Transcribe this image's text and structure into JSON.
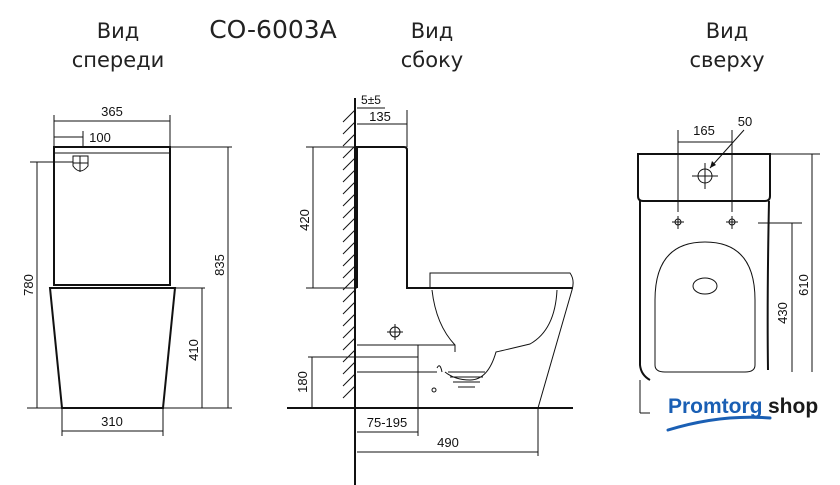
{
  "titles": {
    "front": [
      "Вид",
      "спереди"
    ],
    "model": "CO-6003A",
    "side": [
      "Вид",
      "сбоку"
    ],
    "top": [
      "Вид",
      "сверху"
    ]
  },
  "front_dims": {
    "width_top": "365",
    "outlet_offset": "100",
    "height_outlet": "780",
    "height_total": "835",
    "bowl_height": "410",
    "width_base": "310"
  },
  "side_dims": {
    "wall_gap": "5±5",
    "tank_depth": "135",
    "tank_height": "420",
    "outlet_height": "180",
    "outlet_range": "75-195",
    "depth_total": "490"
  },
  "top_dims": {
    "hole_spacing": "165",
    "button_diameter": "50",
    "length_total": "610",
    "seat_length": "430"
  },
  "logo": {
    "part1": "Promtorg",
    "part2": "shop",
    "color1": "#1a5fb4",
    "color2": "#1a1a1a"
  }
}
